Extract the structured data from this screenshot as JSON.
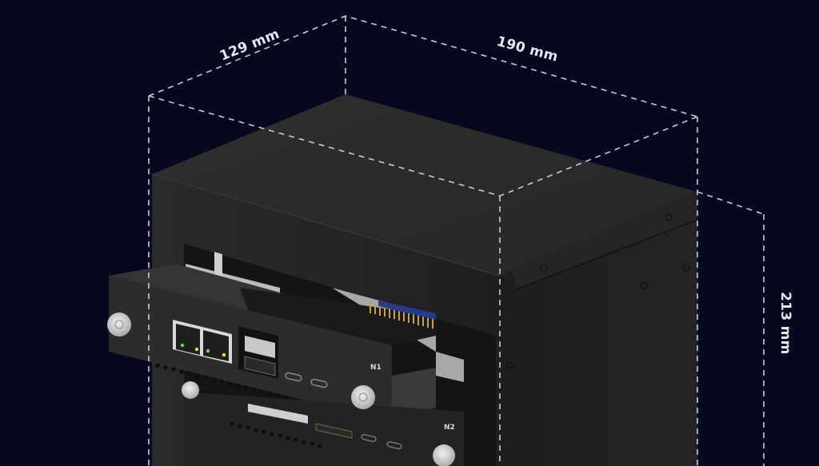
{
  "dimensions": {
    "depth": "129 mm",
    "width": "190 mm",
    "height": "213 mm"
  },
  "modules": [
    {
      "label": "N1"
    },
    {
      "label": "N2"
    }
  ],
  "colors": {
    "background": "#05081e",
    "chassis_top": "#2b2b2b",
    "chassis_front": "#262626",
    "chassis_side": "#222222",
    "dimension_line": "#c9ccd8",
    "ethernet_led_green": "#5de04a",
    "ethernet_led_yellow": "#e6e03a"
  }
}
